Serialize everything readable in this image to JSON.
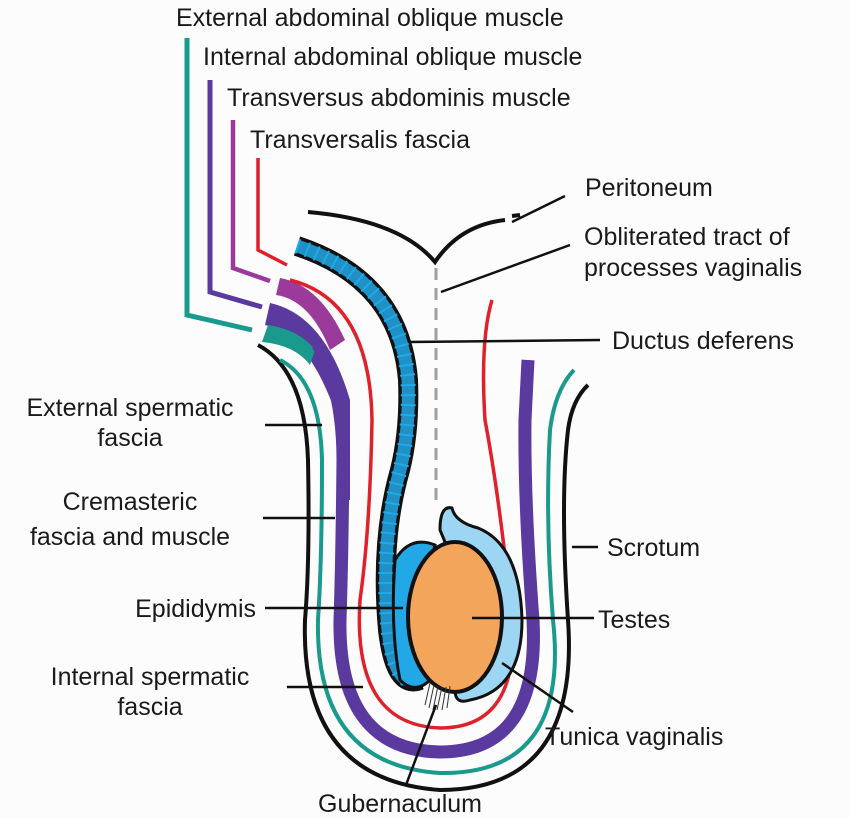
{
  "title": "Layers of the spermatic cord and testis (descent of the testis)",
  "colors": {
    "external_oblique": "#1a9a8c",
    "internal_oblique": "#5a3a9e",
    "transversus": "#9a3a9a",
    "transversalis_fascia": "#e0202a",
    "ductus": "#22a8e6",
    "tunica": "#9dd6f2",
    "testis": "#f4a55c",
    "outline": "#111111",
    "obliterated_tract": "#a0a0a0"
  },
  "labels": {
    "external_abdominal_oblique": "External abdominal oblique muscle",
    "internal_abdominal_oblique": "Internal abdominal oblique muscle",
    "transversus_abdominis": "Transversus abdominis muscle",
    "transversalis_fascia": "Transversalis fascia",
    "peritoneum": "Peritoneum",
    "obliterated_tract_line1": "Obliterated tract of",
    "obliterated_tract_line2": "processes vaginalis",
    "ductus_deferens": "Ductus deferens",
    "external_spermatic_line1": "External spermatic",
    "external_spermatic_line2": "fascia",
    "cremasteric_line1": "Cremasteric",
    "cremasteric_line2": "fascia and muscle",
    "epididymis": "Epididymis",
    "internal_spermatic_line1": "Internal spermatic",
    "internal_spermatic_line2": "fascia",
    "scrotum": "Scrotum",
    "testes": "Testes",
    "tunica_vaginalis": "Tunica vaginalis",
    "gubernaculum": "Gubernaculum"
  }
}
